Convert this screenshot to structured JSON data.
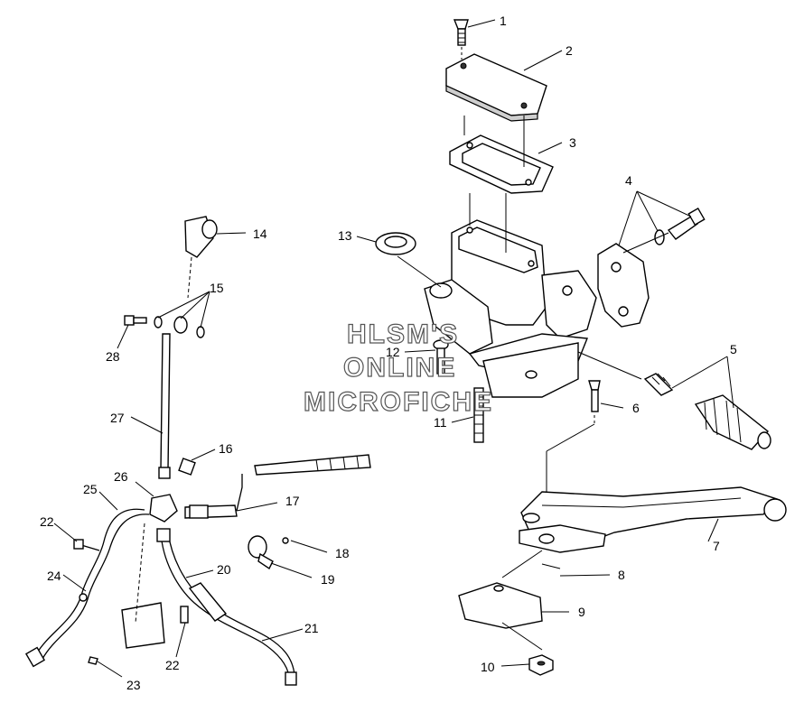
{
  "watermark": {
    "line1": "HLSM'S",
    "line2": "ONLINE",
    "line3": "MICROFICHE"
  },
  "callouts": [
    "1",
    "2",
    "3",
    "4",
    "5",
    "6",
    "7",
    "8",
    "9",
    "10",
    "11",
    "12",
    "13",
    "14",
    "15",
    "16",
    "17",
    "18",
    "19",
    "20",
    "21",
    "22",
    "22",
    "23",
    "24",
    "25",
    "26",
    "27",
    "28"
  ],
  "colors": {
    "ink": "#000000",
    "paper": "#ffffff",
    "watermark_outline": "#555555"
  }
}
